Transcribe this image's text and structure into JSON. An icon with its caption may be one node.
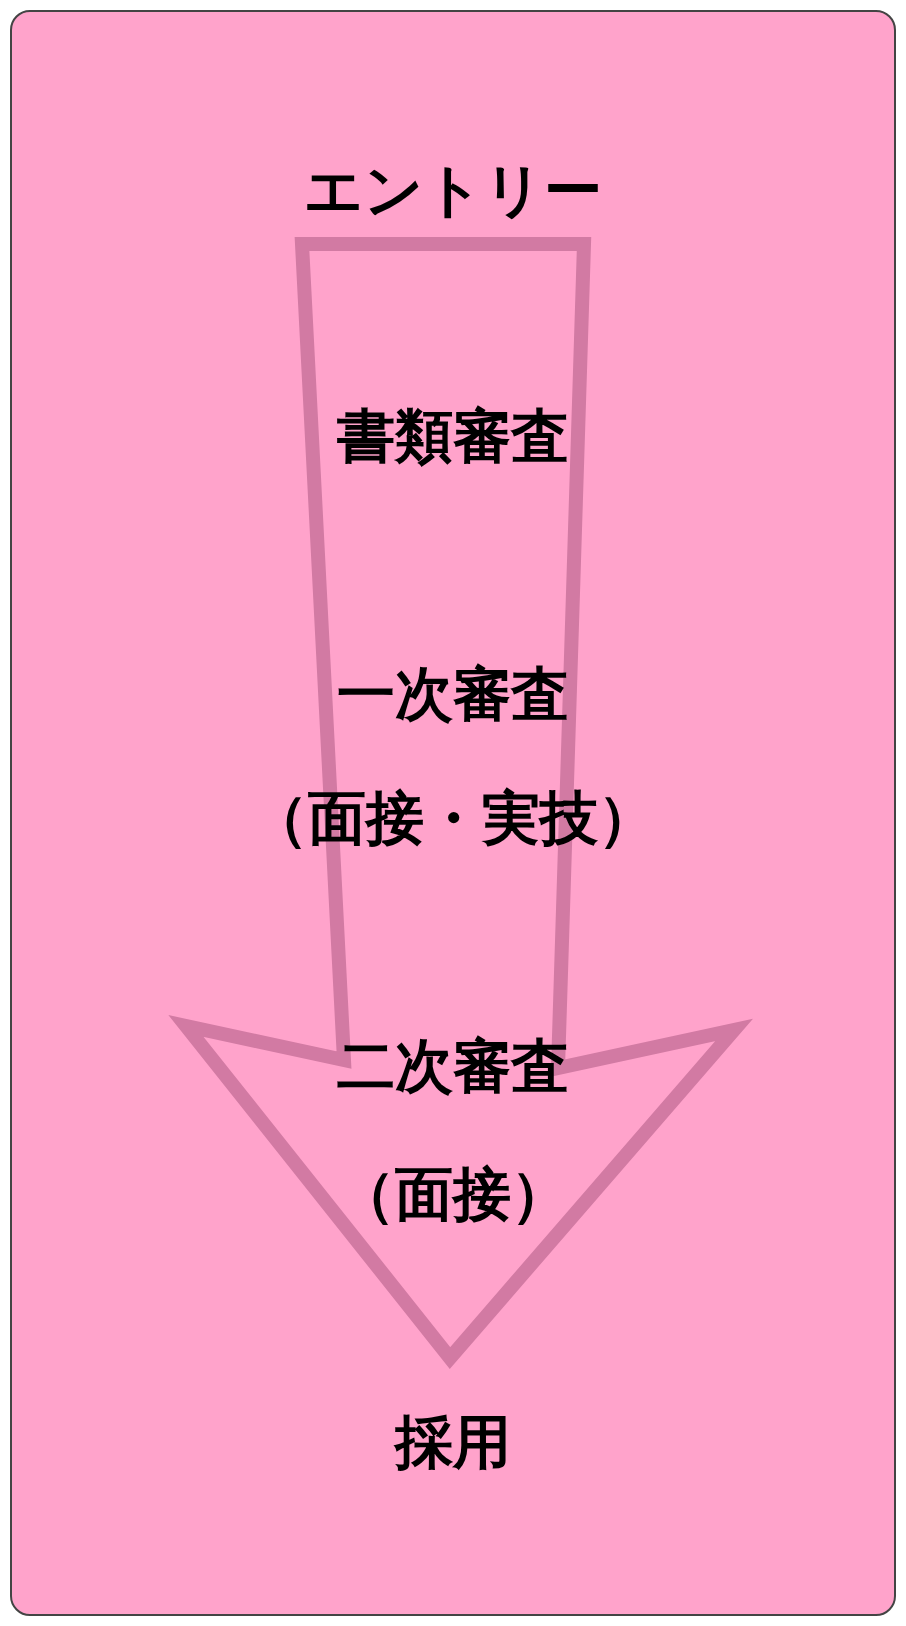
{
  "diagram": {
    "labels": [
      "エントリー",
      "書類審査",
      "一次審査",
      "（面接・実技）",
      "二次審査",
      "（面接）",
      "採用"
    ]
  }
}
